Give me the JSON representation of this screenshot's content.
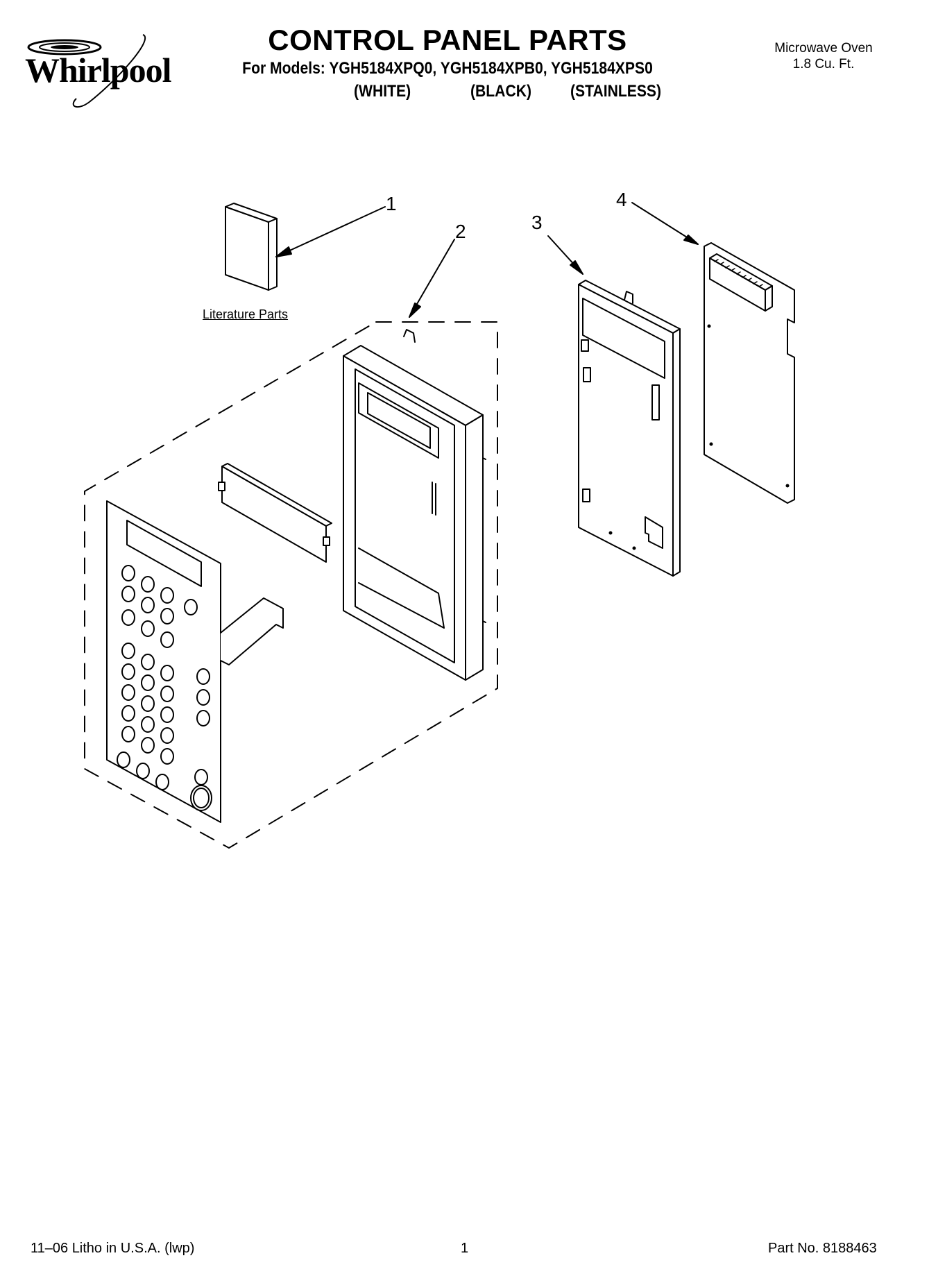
{
  "header": {
    "brand": "Whirlpool",
    "title": "CONTROL PANEL PARTS",
    "models_line": "For Models: YGH5184XPQ0, YGH5184XPB0, YGH5184XPS0",
    "finishes": [
      "(WHITE)",
      "(BLACK)",
      "(STAINLESS)"
    ],
    "product_type": "Microwave Oven",
    "capacity": "1.8 Cu. Ft."
  },
  "diagram": {
    "callouts": [
      "1",
      "2",
      "3",
      "4"
    ],
    "literature_label": "Literature Parts"
  },
  "footer": {
    "print_info": "11–06 Litho in U.S.A. (lwp)",
    "page_number": "1",
    "part_number": "Part No. 8188463"
  }
}
